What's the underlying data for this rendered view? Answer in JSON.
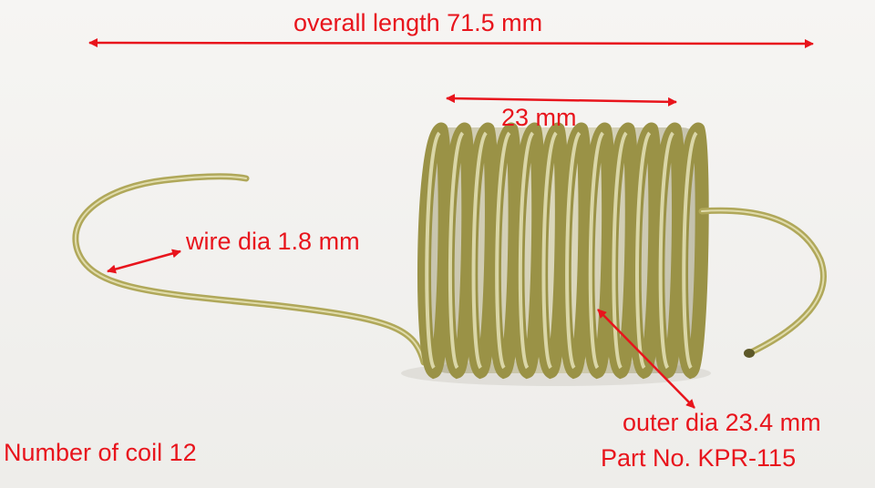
{
  "annotations": {
    "overall_length": "overall length 71.5 mm",
    "coil_length": "23 mm",
    "wire_diameter": "wire dia 1.8 mm",
    "outer_diameter": "outer dia 23.4 mm",
    "coil_count": "Number of coil 12",
    "part_number": "Part No. KPR-115"
  },
  "colors": {
    "annotation": "#e8141c",
    "background": "#f3f2f0",
    "spring_metal": "#b8b060"
  },
  "spring": {
    "coil_count": 12
  }
}
